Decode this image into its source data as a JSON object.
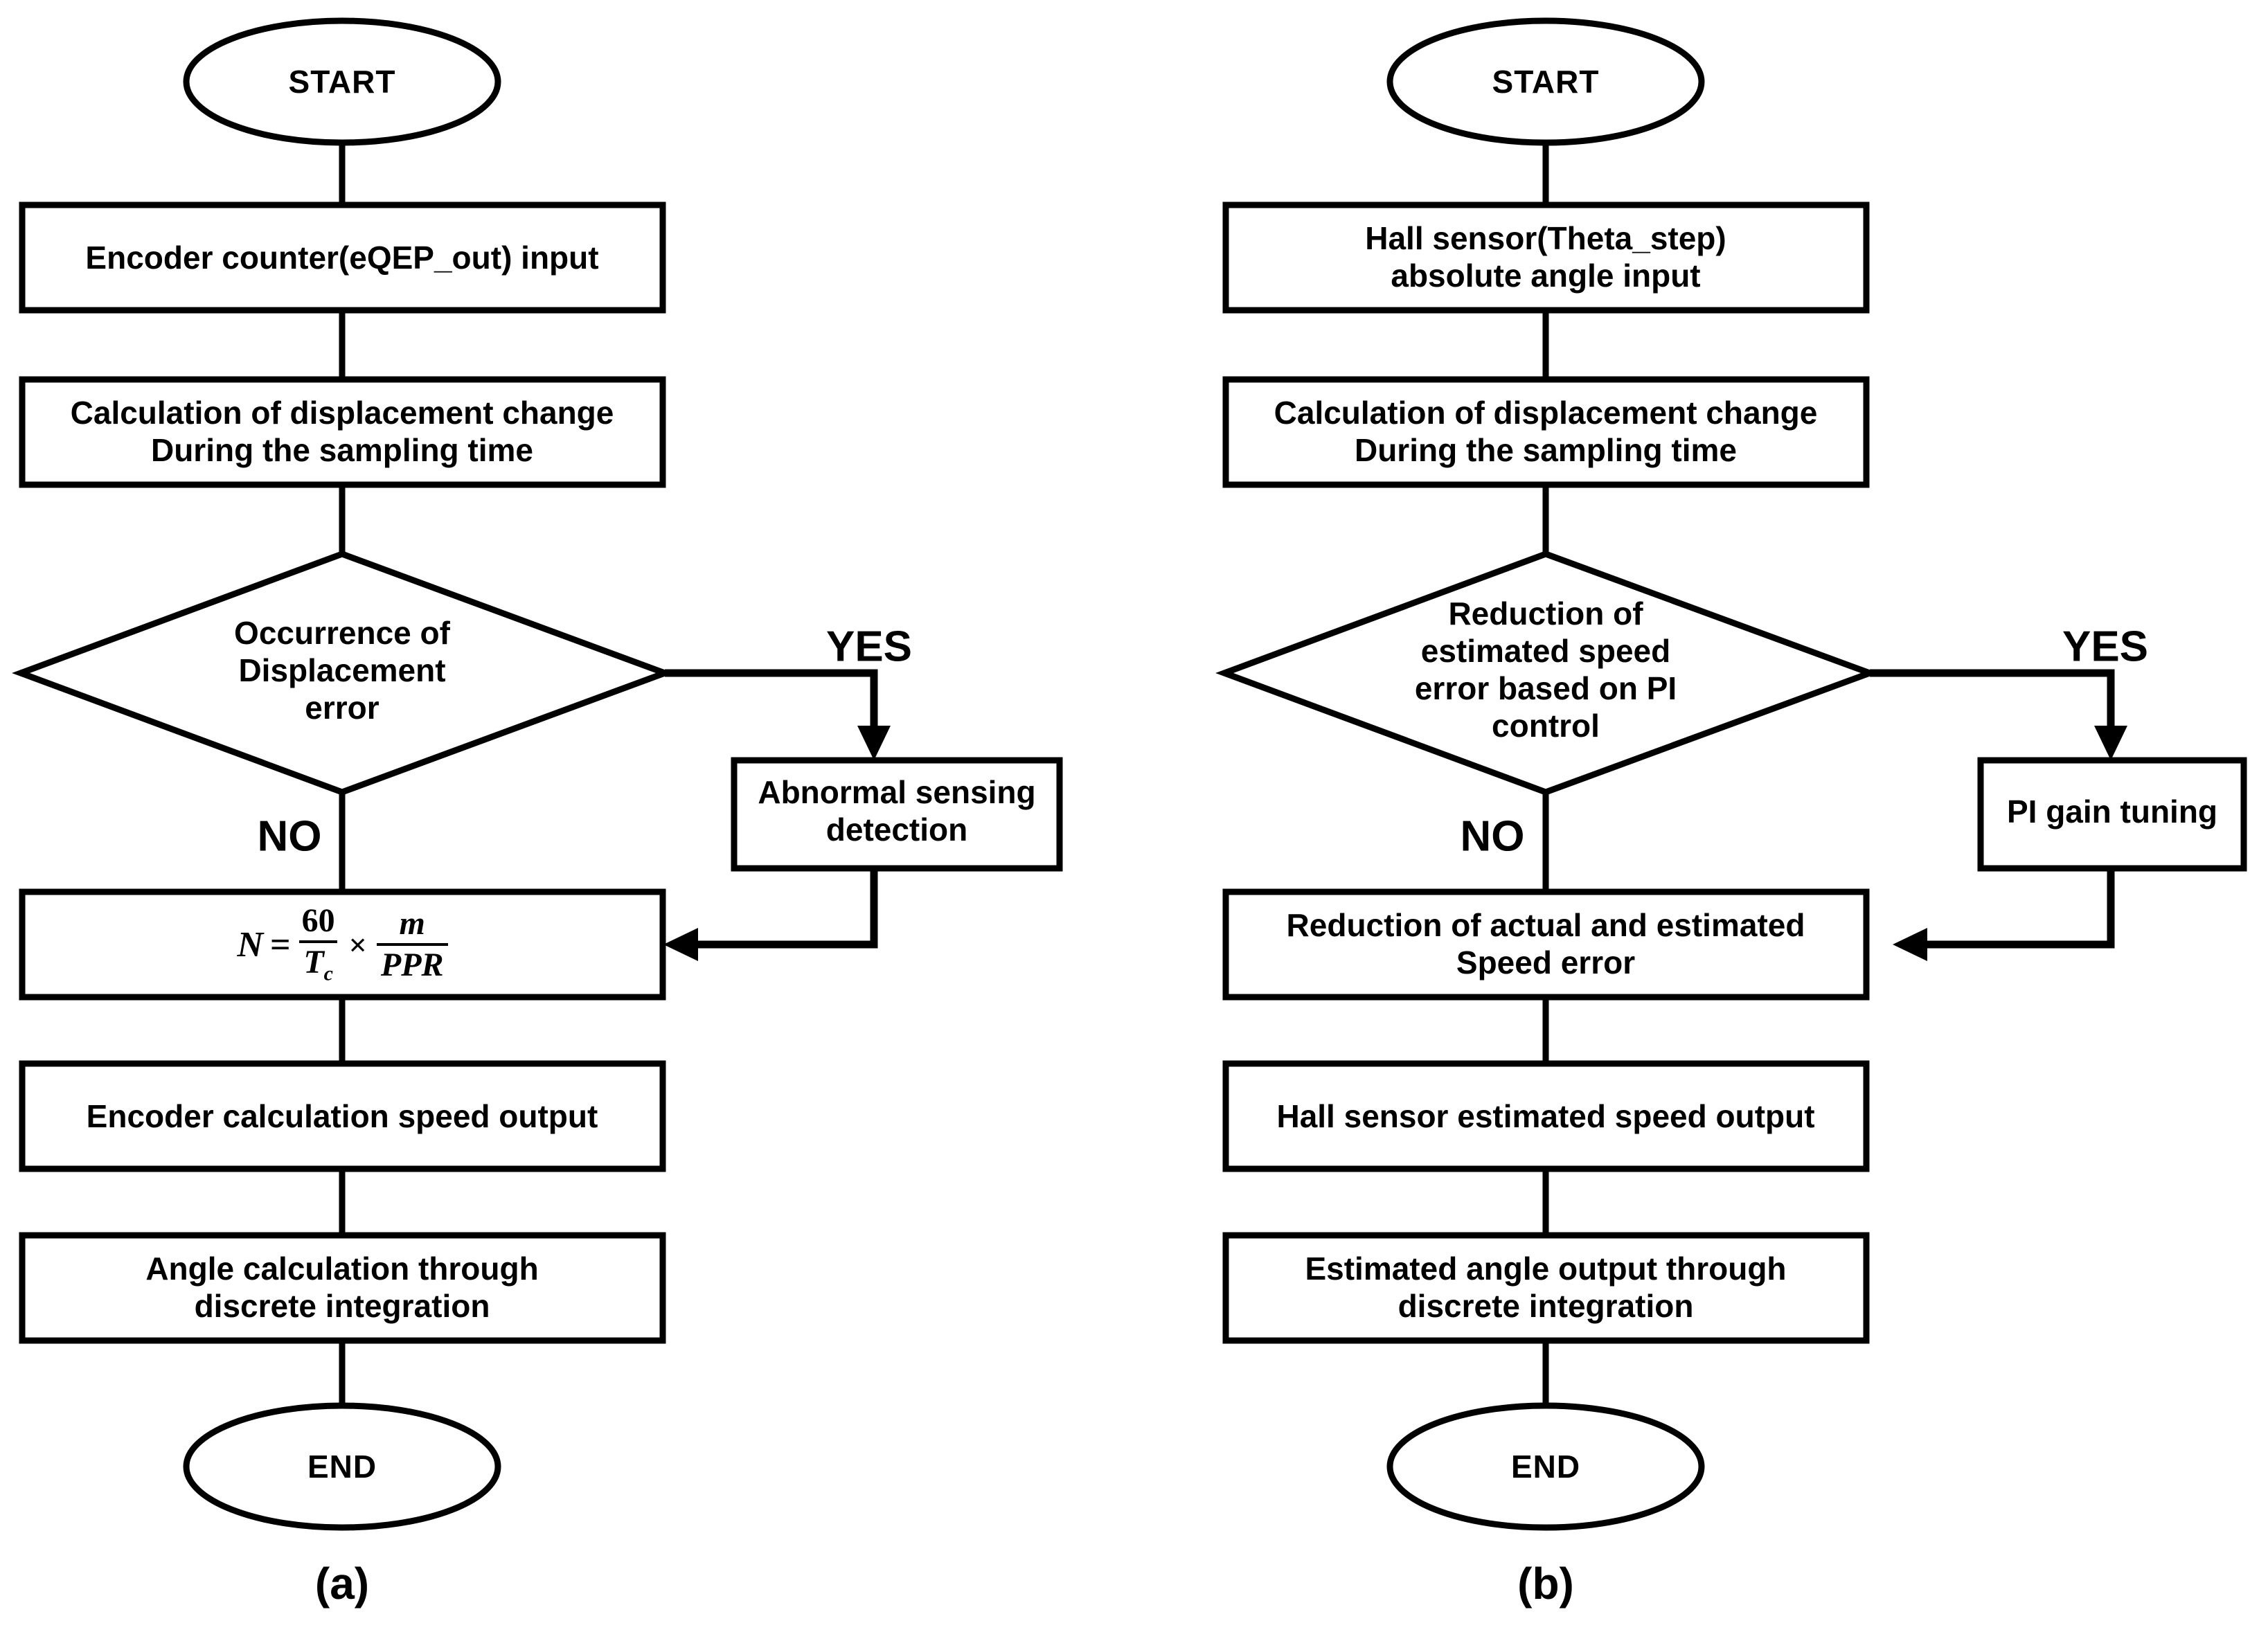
{
  "figure": {
    "panels": [
      {
        "id": "a",
        "caption": "(a)",
        "nodes": {
          "start": "START",
          "input": "Encoder counter(eQEP_out) input",
          "calc_line1": "Calculation of displacement change",
          "calc_line2": "During the sampling time",
          "decision_line1": "Occurrence of",
          "decision_line2": "Displacement",
          "decision_line3": "error",
          "yes_branch_box": "Abnormal sensing",
          "yes_branch_box_line2": "detection",
          "formula_box": "N = 60/Tc × m/PPR",
          "speed_output": "Encoder calculation speed output",
          "angle_line1": "Angle calculation through",
          "angle_line2": "discrete integration",
          "end": "END"
        },
        "formula": {
          "lhs": "N",
          "equals": "=",
          "times": "×",
          "frac1_num": "60",
          "frac1_den": "T",
          "frac1_den_sub": "c",
          "frac2_num": "m",
          "frac2_den": "PPR"
        },
        "labels": {
          "yes": "YES",
          "no": "NO"
        }
      },
      {
        "id": "b",
        "caption": "(b)",
        "nodes": {
          "start": "START",
          "input_line1": "Hall sensor(Theta_step)",
          "input_line2": "absolute angle input",
          "calc_line1": "Calculation of displacement change",
          "calc_line2": "During the sampling time",
          "decision_line1": "Reduction of",
          "decision_line2": "estimated speed",
          "decision_line3": "error based on PI",
          "decision_line4": "control",
          "yes_branch_box": "PI gain tuning",
          "reduction_line1": "Reduction of actual and estimated",
          "reduction_line2": "Speed error",
          "speed_output": "Hall sensor estimated speed output",
          "angle_line1": "Estimated angle output through",
          "angle_line2": "discrete integration",
          "end": "END"
        },
        "labels": {
          "yes": "YES",
          "no": "NO"
        }
      }
    ],
    "colors": {
      "stroke": "#000000",
      "fill": "#ffffff",
      "background": "#ffffff"
    }
  }
}
